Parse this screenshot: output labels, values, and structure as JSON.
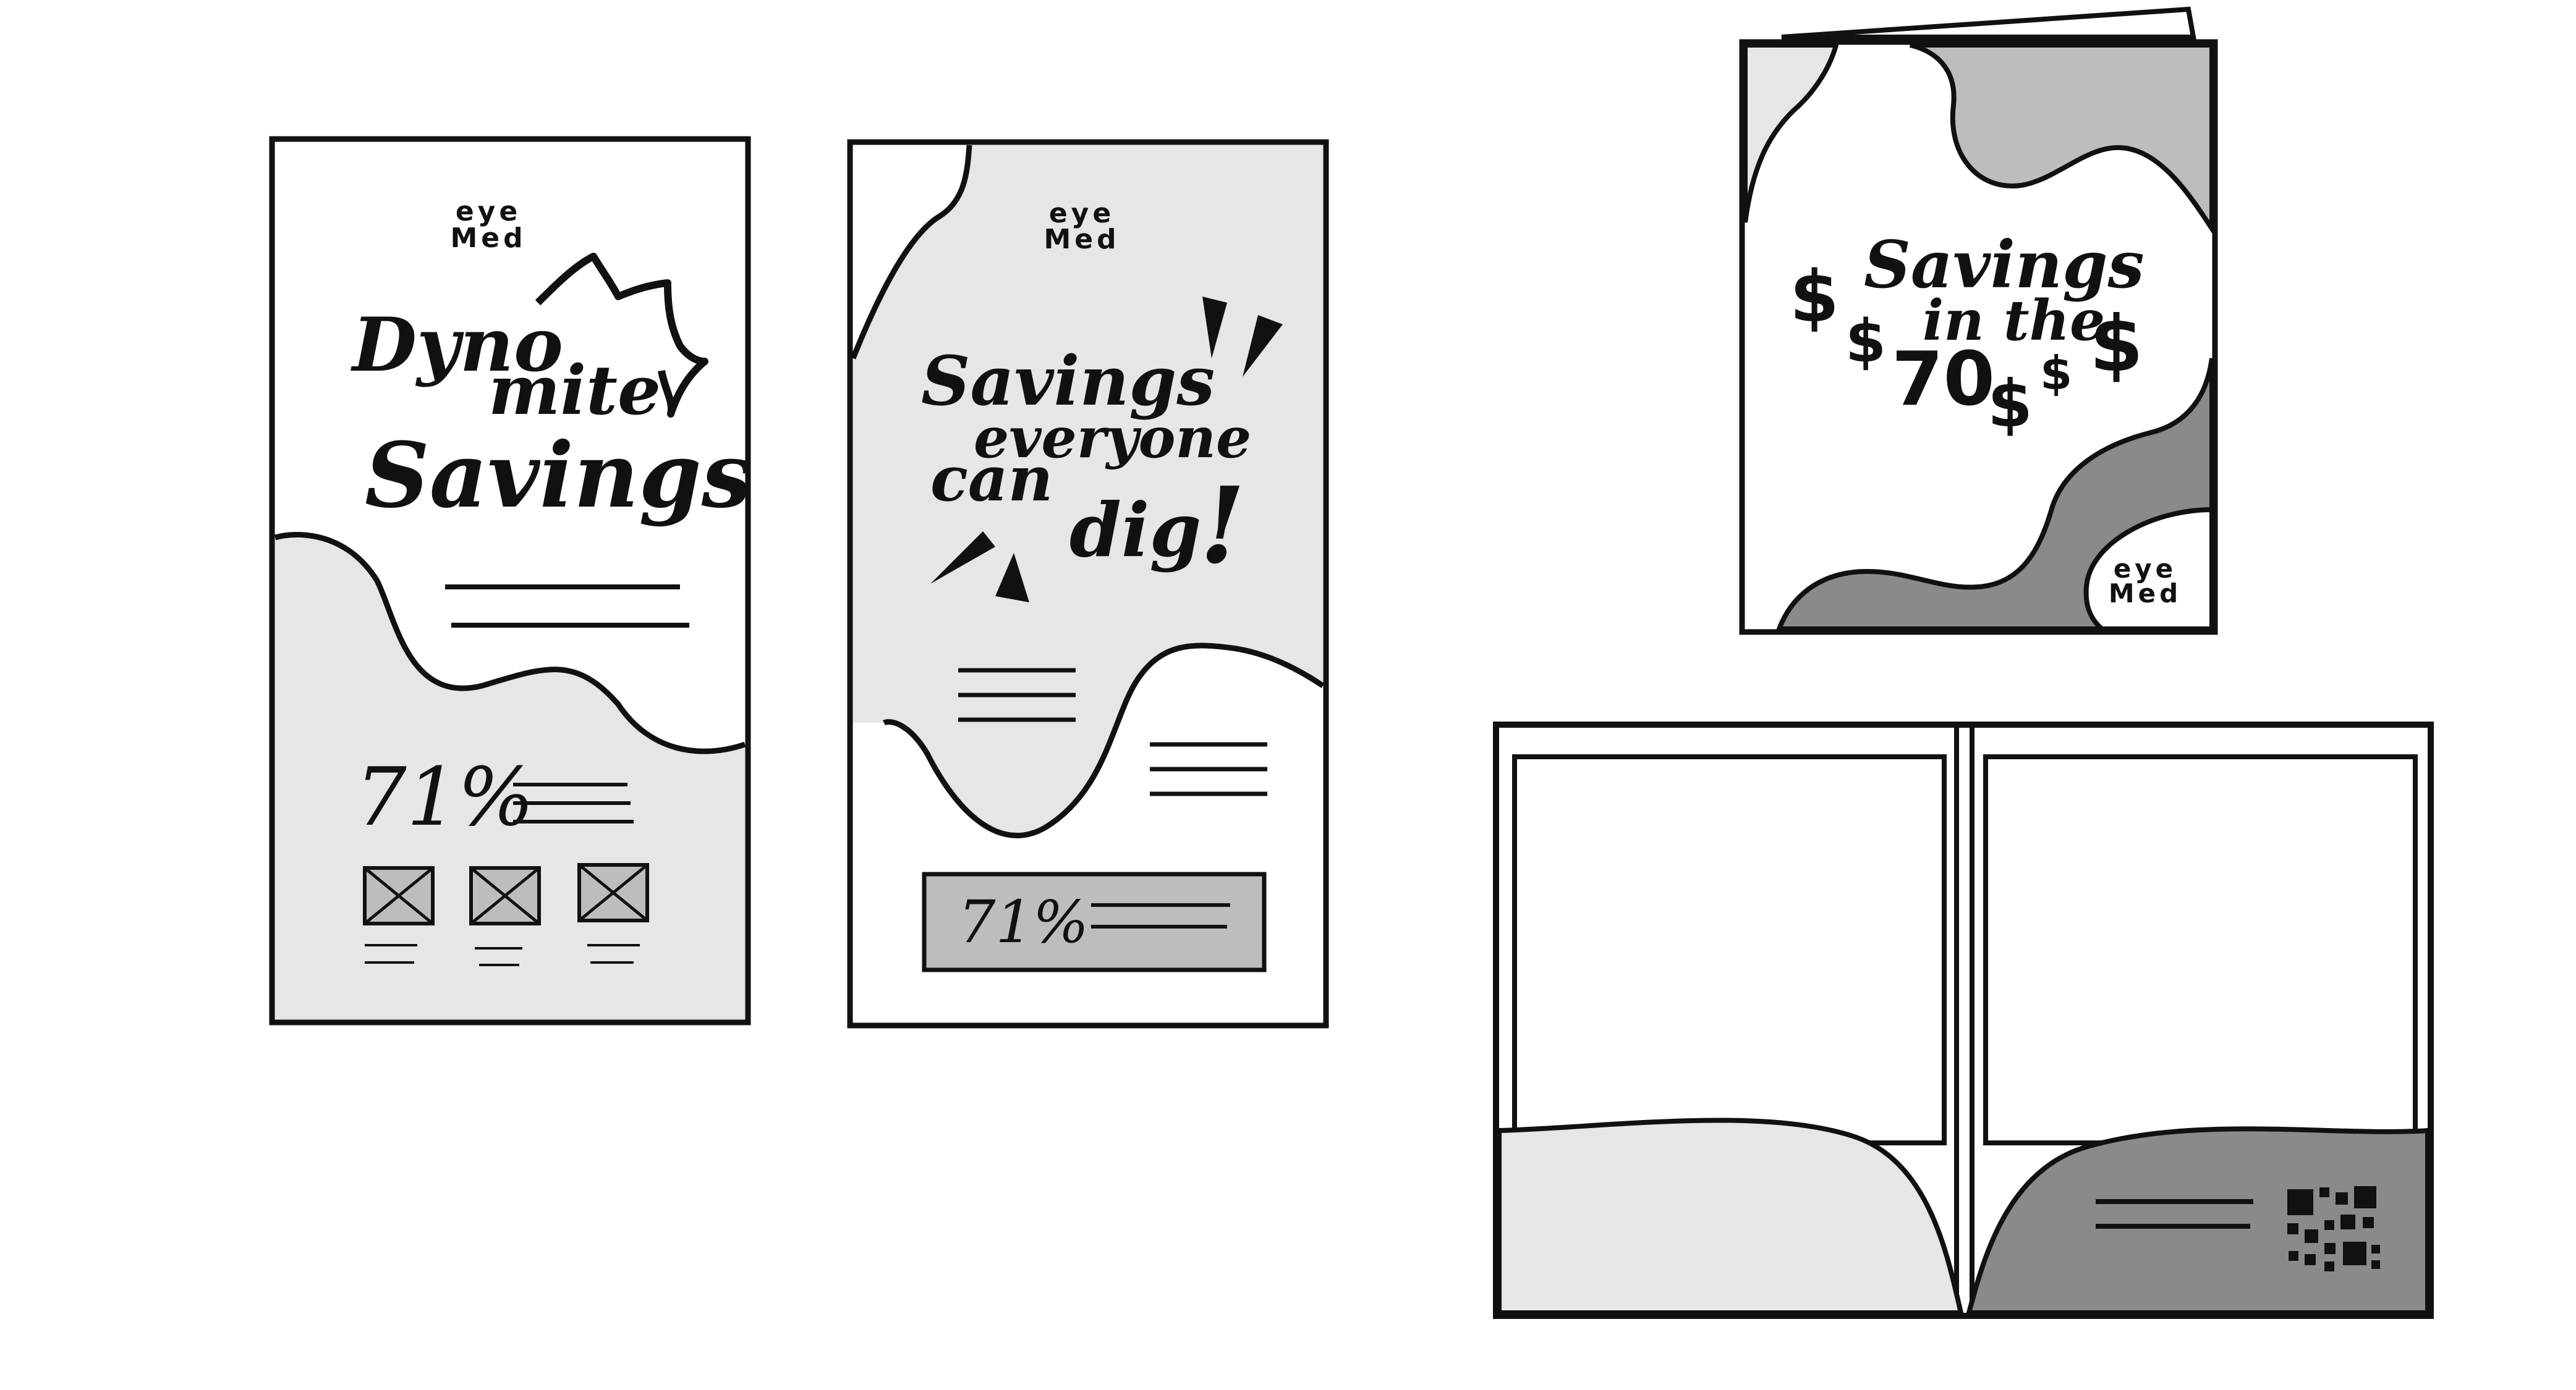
{
  "brand": {
    "logo_line1": "eye",
    "logo_line2": "Med"
  },
  "flyer_a": {
    "headline": [
      "Dyno",
      "mite",
      "Savings"
    ],
    "stat": "71%"
  },
  "flyer_b": {
    "headline": [
      "Savings",
      "everyone",
      "can",
      "dig",
      "!"
    ],
    "stat": "71%"
  },
  "brochure": {
    "headline": [
      "Savings",
      "in the",
      "70",
      "$"
    ],
    "dollar_sign": "$"
  },
  "colors": {
    "outline": "#111111",
    "light_fill": "#e6e6e8",
    "mid_fill": "#bdbdbf",
    "dark_fill": "#8a8a8c",
    "paper": "#ffffff"
  }
}
